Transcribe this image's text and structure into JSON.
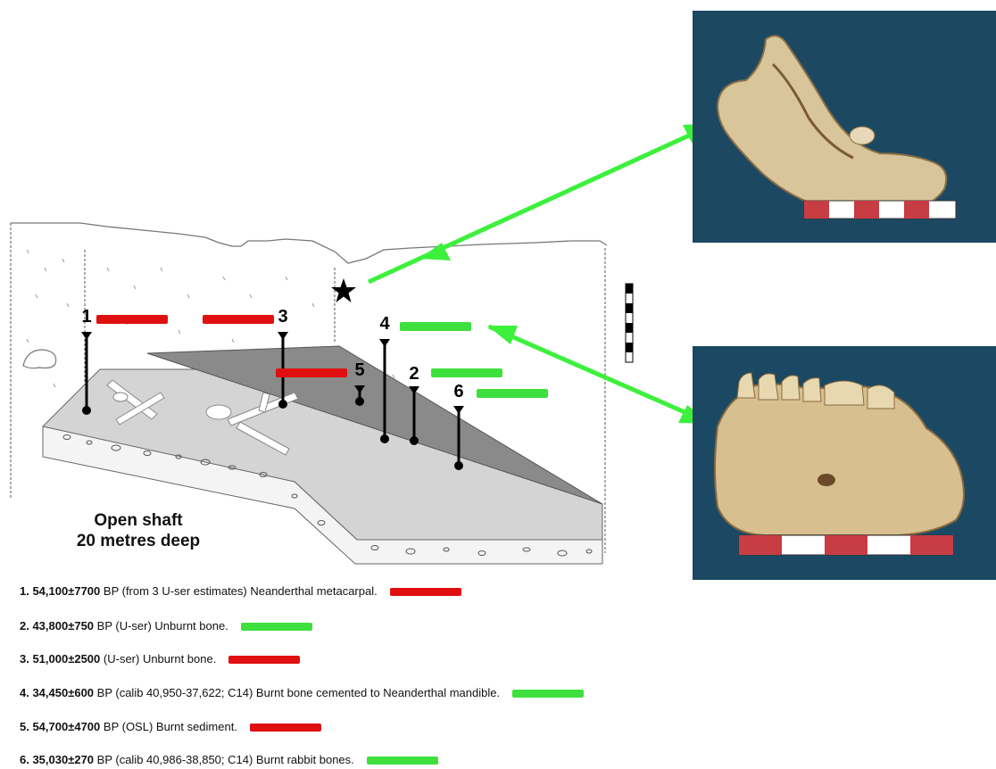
{
  "colors": {
    "red": "#e01010",
    "green": "#3ee03e",
    "arrow": "#3cf03c",
    "photo_bg": "#1e4660"
  },
  "markers": [
    "1",
    "2",
    "3",
    "4",
    "5",
    "6"
  ],
  "caption": {
    "line1": "Open shaft",
    "line2": "20 metres deep"
  },
  "legend": [
    {
      "num": "1.",
      "date": "54,100±7700",
      "text": " BP (from 3 U-ser estimates) Neanderthal  metacarpal.",
      "color": "red"
    },
    {
      "num": "2.",
      "date": "43,800±750",
      "text": " BP (U-ser) Unburnt bone.",
      "color": "green"
    },
    {
      "num": "3.",
      "date": "51,000±2500",
      "text": " (U-ser) Unburnt  bone.",
      "color": "red"
    },
    {
      "num": "4.",
      "date": "34,450±600",
      "text": " BP (calib 40,950-37,622; C14) Burnt bone cemented to Neanderthal mandible.",
      "color": "green"
    },
    {
      "num": "5.",
      "date": "54,700±4700",
      "text": " BP (OSL) Burnt sediment.",
      "color": "red"
    },
    {
      "num": "6.",
      "date": "35,030±270",
      "text": " BP (calib 40,986-38,850; C14) Burnt rabbit bones.",
      "color": "green"
    }
  ]
}
